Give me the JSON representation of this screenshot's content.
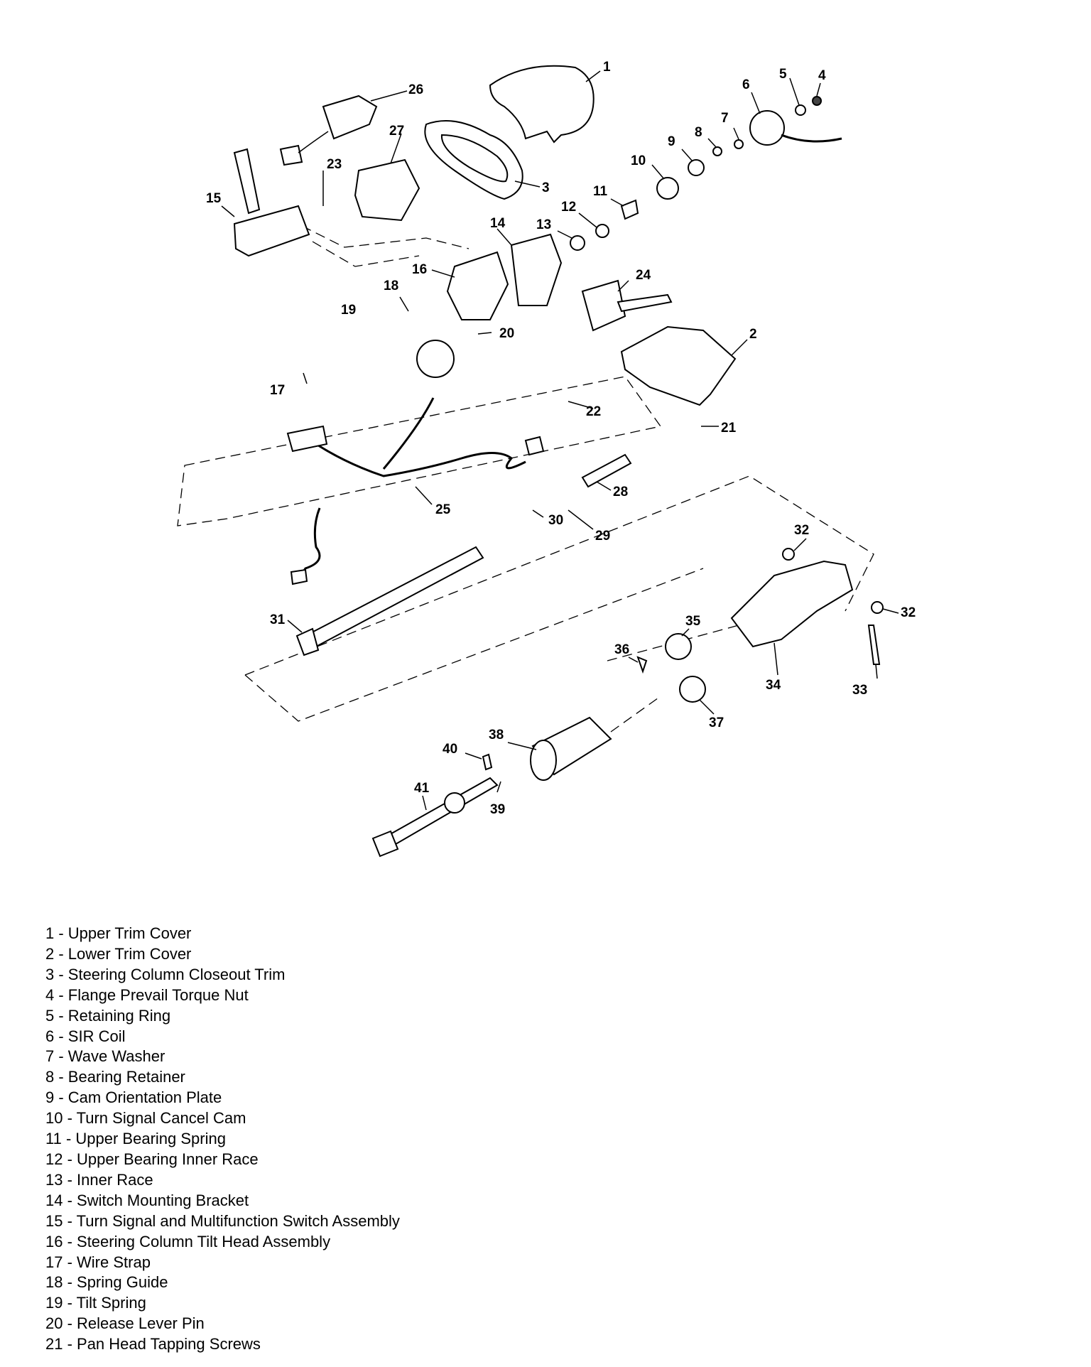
{
  "callouts": [
    "1",
    "2",
    "3",
    "4",
    "5",
    "6",
    "7",
    "8",
    "9",
    "10",
    "11",
    "12",
    "13",
    "14",
    "15",
    "16",
    "17",
    "18",
    "19",
    "20",
    "21",
    "22",
    "23",
    "24",
    "25",
    "26",
    "27",
    "28",
    "29",
    "30",
    "31",
    "32",
    "32",
    "33",
    "34",
    "35",
    "36",
    "37",
    "38",
    "39",
    "40",
    "41"
  ],
  "legend": [
    "1 - Upper Trim Cover",
    "2 - Lower Trim Cover",
    "3 - Steering Column Closeout Trim",
    "4 - Flange Prevail Torque Nut",
    "5 - Retaining Ring",
    "6 - SIR Coil",
    "7 - Wave Washer",
    "8 - Bearing Retainer",
    "9 - Cam Orientation Plate",
    "10 - Turn Signal Cancel Cam",
    "11 - Upper Bearing Spring",
    "12 - Upper Bearing Inner Race",
    "13 - Inner Race",
    "14 - Switch Mounting Bracket",
    "15 - Turn Signal and Multifunction Switch Assembly",
    "16 - Steering Column Tilt Head Assembly",
    "17 - Wire Strap",
    "18 - Spring Guide",
    "19 - Tilt Spring",
    "20 - Release Lever Pin",
    "21 - Pan Head Tapping Screws"
  ]
}
